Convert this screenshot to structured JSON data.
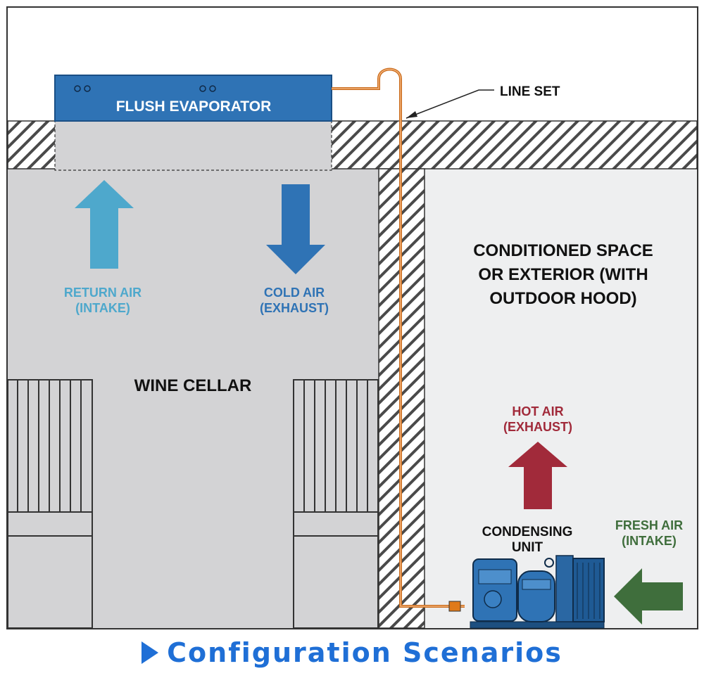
{
  "labels": {
    "evaporator": "FLUSH EVAPORATOR",
    "line_set": "LINE SET",
    "return_air_1": "RETURN AIR",
    "return_air_2": "(INTAKE)",
    "cold_air_1": "COLD AIR",
    "cold_air_2": "(EXHAUST)",
    "wine_cellar": "WINE CELLAR",
    "conditioned_1": "CONDITIONED SPACE",
    "conditioned_2": "OR EXTERIOR (WITH",
    "conditioned_3": "OUTDOOR HOOD)",
    "hot_air_1": "HOT AIR",
    "hot_air_2": "(EXHAUST)",
    "condensing_1": "CONDENSING",
    "condensing_2": "UNIT",
    "fresh_air_1": "FRESH AIR",
    "fresh_air_2": "(INTAKE)"
  },
  "footer": {
    "title": "Configuration Scenarios",
    "icon": "play-triangle-icon"
  },
  "colors": {
    "return_air": "#4ea8cc",
    "cold_air": "#2f73b5",
    "hot_air": "#a12a3a",
    "fresh_air": "#3f6e3c",
    "evaporator": "#2f73b5",
    "footer": "#1f6fd6",
    "line_set": "#d2691e"
  }
}
